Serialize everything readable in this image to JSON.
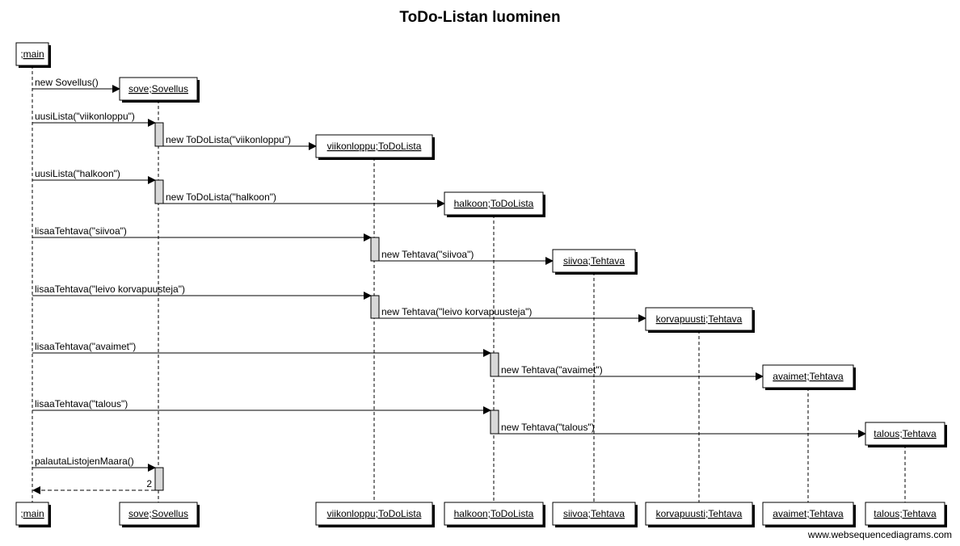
{
  "title": "ToDo-Listan luominen",
  "participants": [
    {
      "id": "main",
      "label": ";main"
    },
    {
      "id": "sove",
      "label": "sove;Sovellus"
    },
    {
      "id": "viikonloppu",
      "label": "viikonloppu;ToDoLista"
    },
    {
      "id": "halkoon",
      "label": "halkoon;ToDoLista"
    },
    {
      "id": "siivoa",
      "label": "siivoa;Tehtava"
    },
    {
      "id": "korvapuusti",
      "label": "korvapuusti;Tehtava"
    },
    {
      "id": "avaimet",
      "label": "avaimet;Tehtava"
    },
    {
      "id": "talous",
      "label": "talous;Tehtava"
    }
  ],
  "messages": [
    {
      "from": "main",
      "to": "sove",
      "label": "new Sovellus()",
      "kind": "create"
    },
    {
      "from": "main",
      "to": "sove",
      "label": "uusiLista(\"viikonloppu\")",
      "kind": "call"
    },
    {
      "from": "sove",
      "to": "viikonloppu",
      "label": "new ToDoLista(\"viikonloppu\")",
      "kind": "create"
    },
    {
      "from": "main",
      "to": "sove",
      "label": "uusiLista(\"halkoon\")",
      "kind": "call"
    },
    {
      "from": "sove",
      "to": "halkoon",
      "label": "new ToDoLista(\"halkoon\")",
      "kind": "create"
    },
    {
      "from": "main",
      "to": "viikonloppu",
      "label": "lisaaTehtava(\"siivoa\")",
      "kind": "call"
    },
    {
      "from": "viikonloppu",
      "to": "siivoa",
      "label": "new Tehtava(\"siivoa\")",
      "kind": "create"
    },
    {
      "from": "main",
      "to": "viikonloppu",
      "label": "lisaaTehtava(\"leivo korvapuusteja\")",
      "kind": "call"
    },
    {
      "from": "viikonloppu",
      "to": "korvapuusti",
      "label": "new Tehtava(\"leivo korvapuusteja\")",
      "kind": "create"
    },
    {
      "from": "main",
      "to": "halkoon",
      "label": "lisaaTehtava(\"avaimet\")",
      "kind": "call"
    },
    {
      "from": "halkoon",
      "to": "avaimet",
      "label": "new Tehtava(\"avaimet\")",
      "kind": "create"
    },
    {
      "from": "main",
      "to": "halkoon",
      "label": "lisaaTehtava(\"talous\")",
      "kind": "call"
    },
    {
      "from": "halkoon",
      "to": "talous",
      "label": "new Tehtava(\"talous\")",
      "kind": "create"
    },
    {
      "from": "main",
      "to": "sove",
      "label": "palautaListojenMaara()",
      "kind": "call"
    },
    {
      "from": "sove",
      "to": "main",
      "label": "2",
      "kind": "return"
    }
  ],
  "credit": "www.websequencediagrams.com"
}
